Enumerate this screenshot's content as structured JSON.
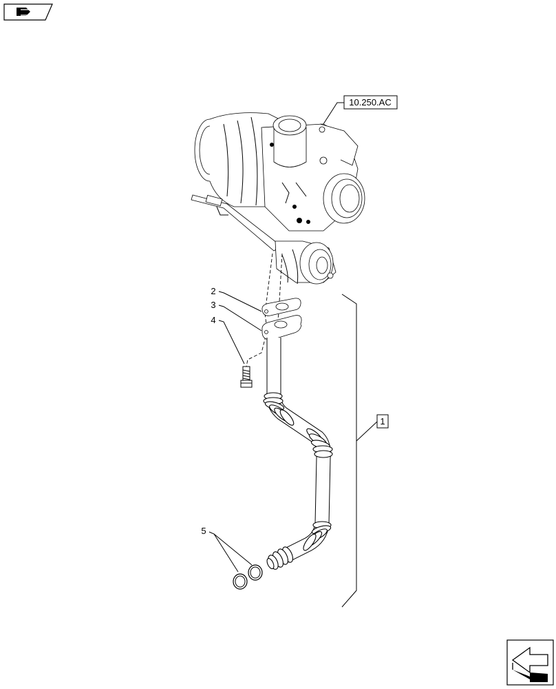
{
  "reference": {
    "text": "10.250.AC"
  },
  "callouts": [
    {
      "id": "callout-2",
      "text": "2"
    },
    {
      "id": "callout-3",
      "text": "3"
    },
    {
      "id": "callout-4",
      "text": "4"
    },
    {
      "id": "callout-5",
      "text": "5"
    }
  ],
  "assembly": {
    "text": "1"
  },
  "icons": {
    "top_left": "page-nav-arrow-icon",
    "bottom_right": "next-page-arrow-icon"
  }
}
